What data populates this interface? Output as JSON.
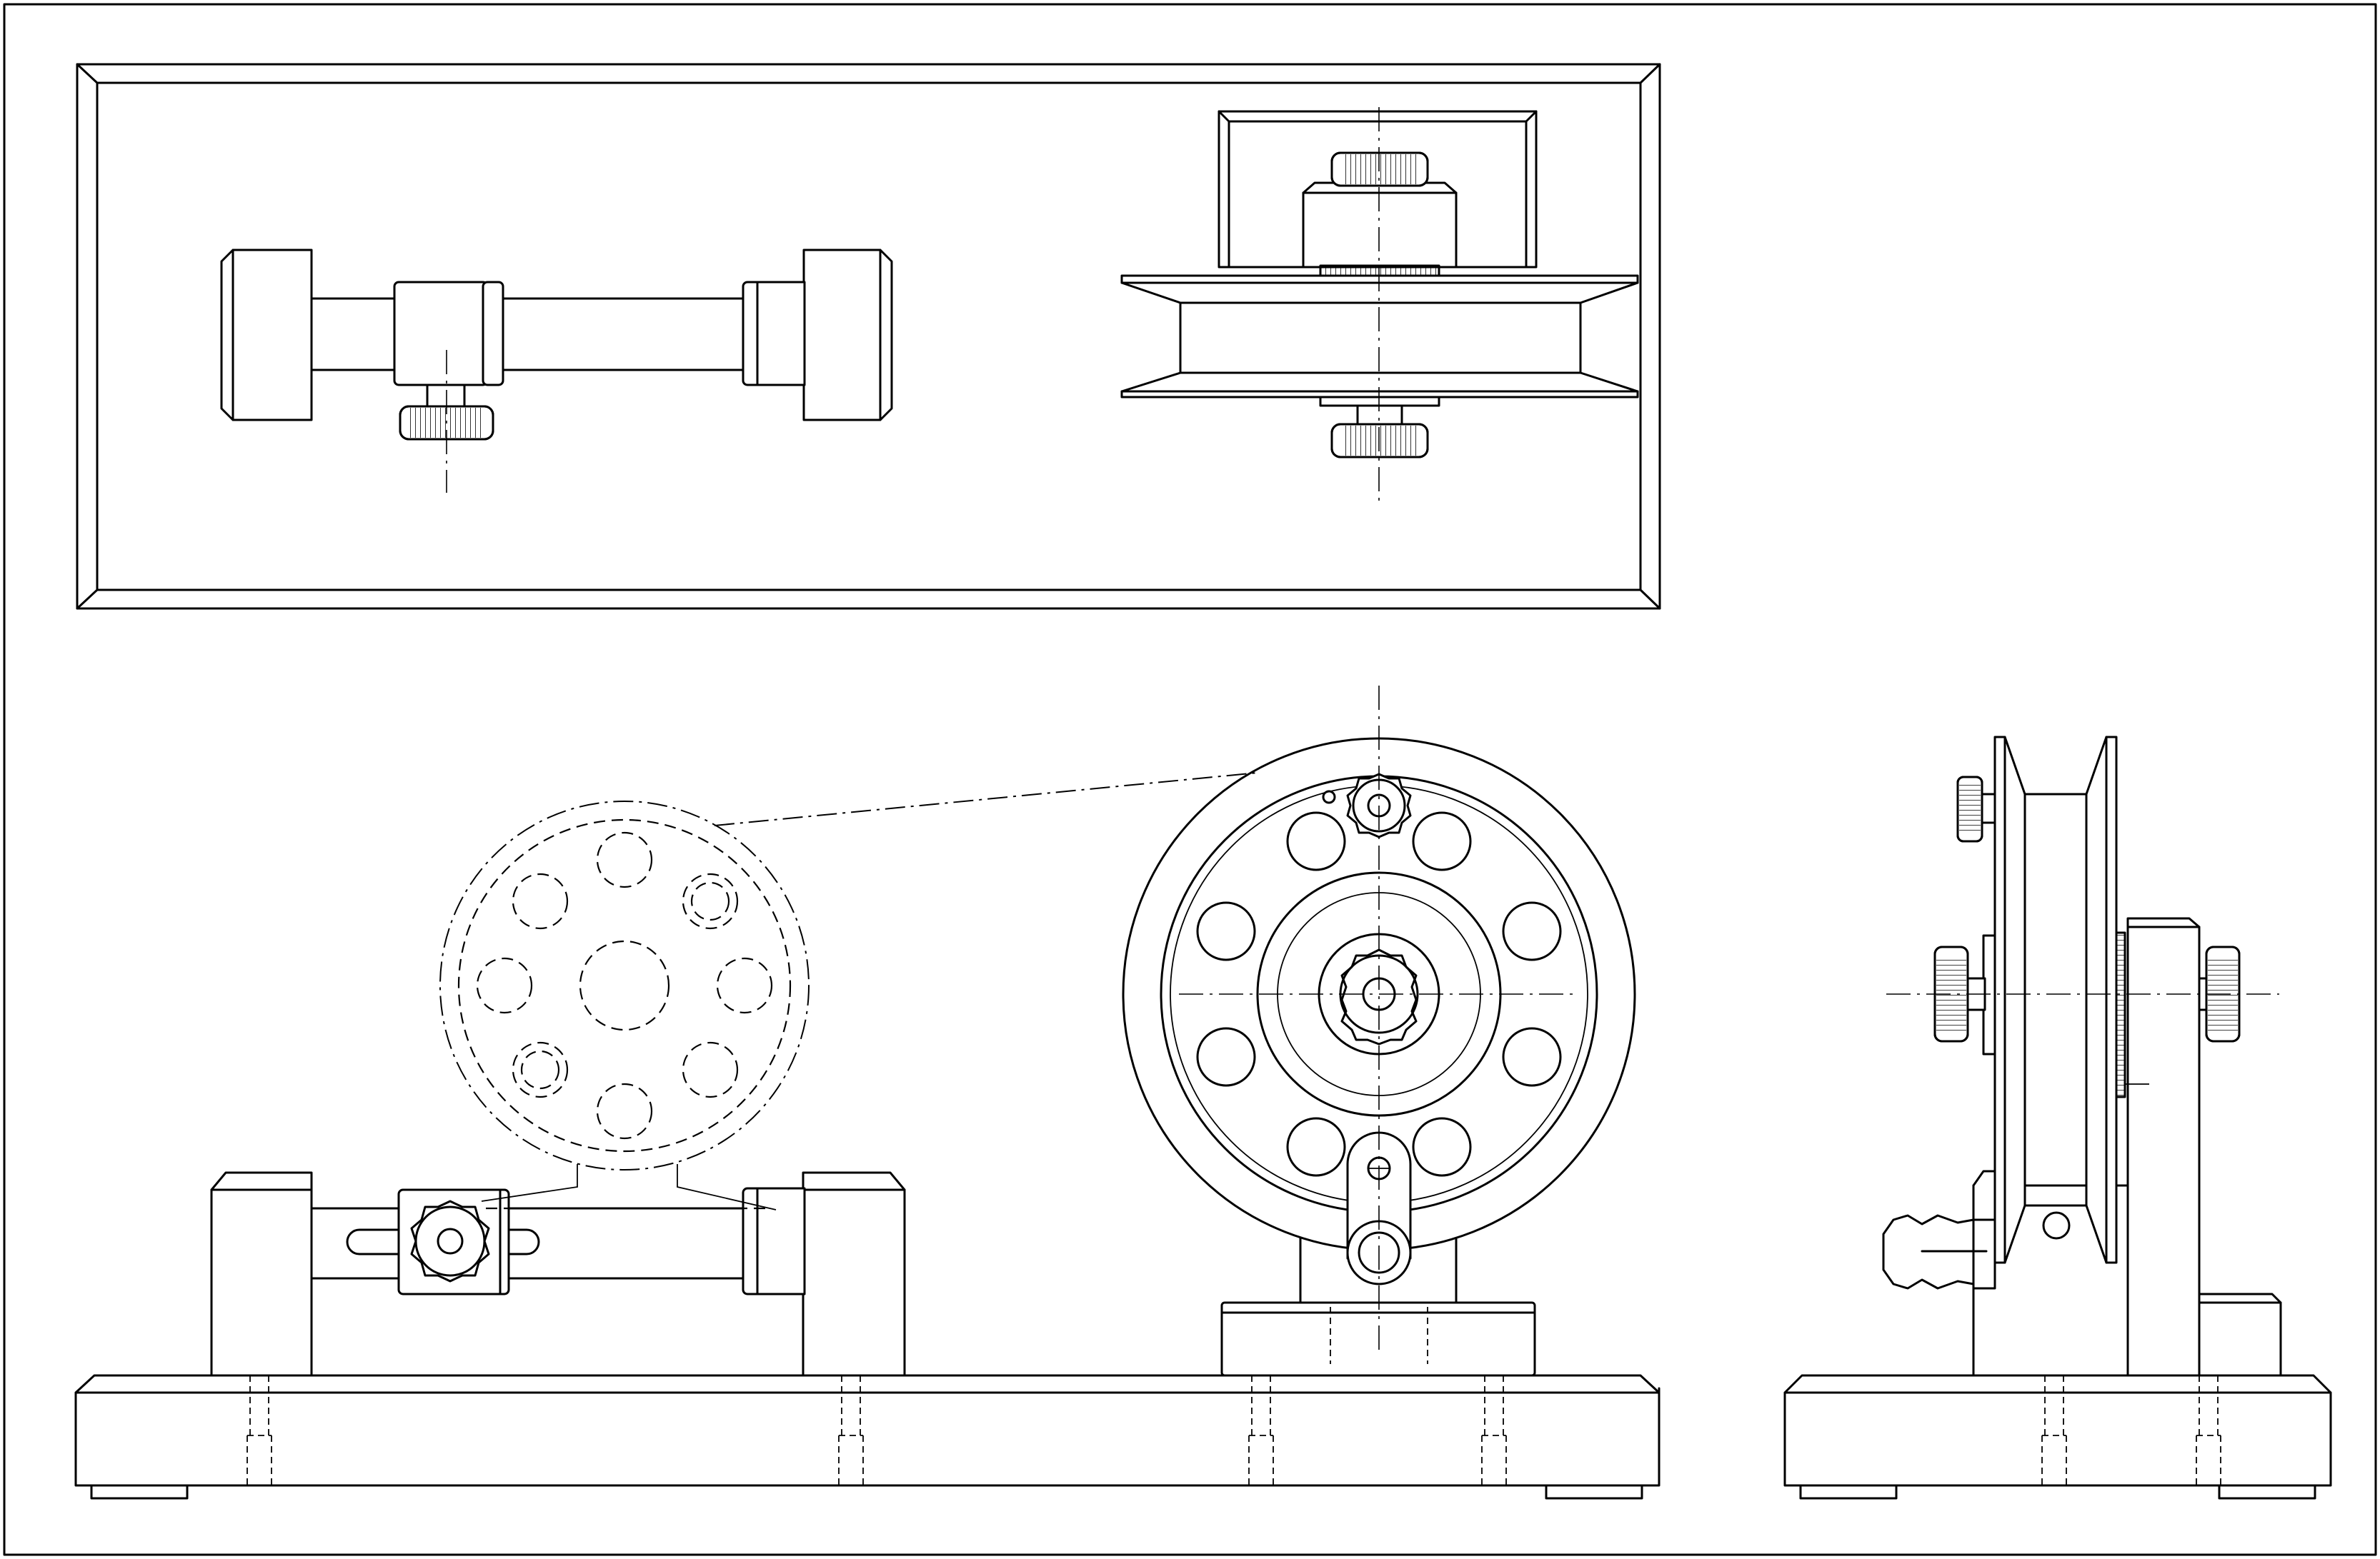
{
  "drawing": {
    "type": "technical line drawing",
    "views": [
      "top-view",
      "front-view",
      "side-view",
      "phantom-detail"
    ],
    "colors": {
      "ink": "#000000",
      "paper": "#ffffff"
    },
    "icons": [
      "knurled-knob-icon",
      "pivot-bolt-icon"
    ]
  }
}
